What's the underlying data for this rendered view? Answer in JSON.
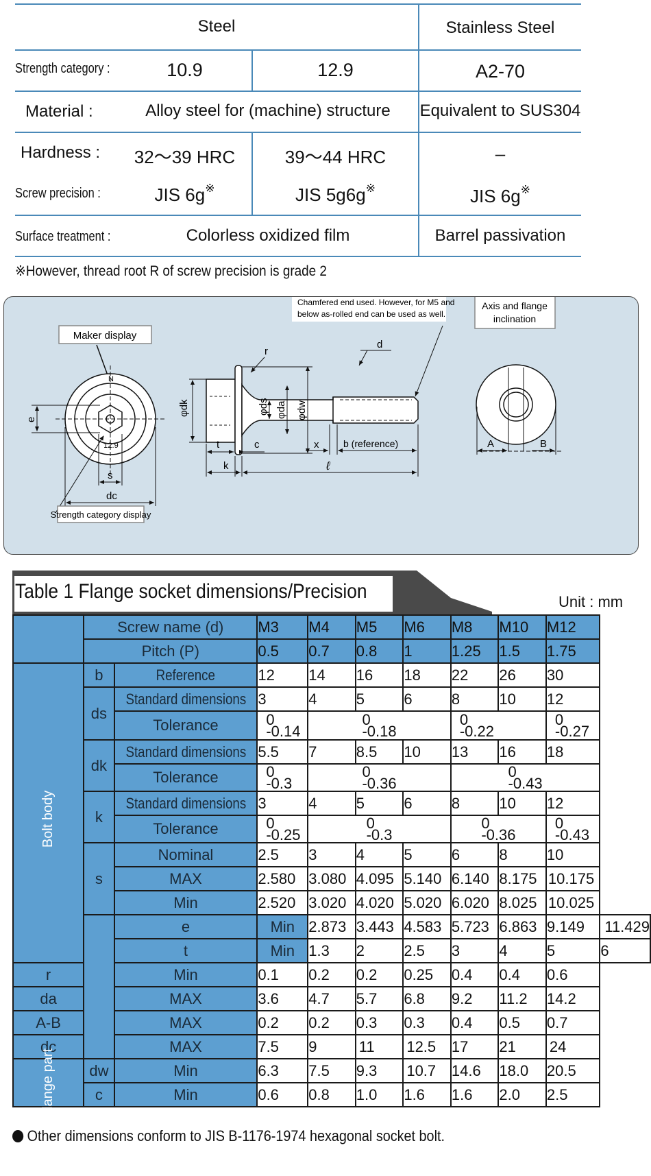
{
  "spec": {
    "header_steel": "Steel",
    "header_stainless": "Stainless Steel",
    "rows": {
      "strength": {
        "label": "Strength category :",
        "v1": "10.9",
        "v2": "12.9",
        "v3": "A2-70"
      },
      "material": {
        "label": "Material   :",
        "v12": "Alloy steel for (machine) structure",
        "v3": "Equivalent to SUS304"
      },
      "hardness": {
        "label": "Hardness  :",
        "v1": "32～39 HRC",
        "v2": "39～44 HRC",
        "v3": "–"
      },
      "precision": {
        "label": "Screw precision :",
        "v1": "JIS  6g",
        "v2": "JIS  5g6g",
        "v3": "JIS 6g",
        "mark": "※"
      },
      "surface": {
        "label": "Surface treatment :",
        "v12": "Colorless oxidized film",
        "v3": "Barrel passivation"
      }
    },
    "note": "※However, thread root R of screw precision is  grade 2"
  },
  "diagram": {
    "maker_display": "Maker display",
    "strength_display": "Strength category display",
    "chamfer_note_1": "Chamfered end used. However, for M5 and",
    "chamfer_note_2": "below as-rolled end can be used as well.",
    "axis_note_1": "Axis and flange",
    "axis_note_2": "inclination",
    "head_mark_top": "N",
    "head_mark_bottom": "12.9",
    "labels": {
      "e": "e",
      "s": "s",
      "dc": "dc",
      "dk": "φdk",
      "ds": "φds",
      "da": "φda",
      "dw": "φdw",
      "r": "r",
      "d": "d",
      "t": "t",
      "c": "c",
      "k": "k",
      "x": "x",
      "l": "ℓ",
      "b": "b (reference)",
      "A": "A",
      "B": "B"
    }
  },
  "table": {
    "title": "Table 1   Flange socket dimensions/Precision",
    "unit": "Unit : mm",
    "screw_name_label": "Screw name (d)",
    "pitch_label": "Pitch (P)",
    "sizes": [
      "M3",
      "M4",
      "M5",
      "M6",
      "M8",
      "M10",
      "M12"
    ],
    "pitches": [
      "0.5",
      "0.7",
      "0.8",
      "1",
      "1.25",
      "1.5",
      "1.75"
    ],
    "bolt_body_label": "Bolt body",
    "flange_part_label": "Flange part",
    "b": {
      "name": "b",
      "sub": "Reference",
      "vals": [
        "12",
        "14",
        "16",
        "18",
        "22",
        "26",
        "30"
      ]
    },
    "ds": {
      "name": "ds",
      "sub1": "Standard dimensions",
      "sub2": "Tolerance",
      "vals": [
        "3",
        "4",
        "5",
        "6",
        "8",
        "10",
        "12"
      ],
      "tol": [
        {
          "top": "0",
          "bot": "-0.14"
        },
        {
          "top": "0",
          "bot": "-0.18"
        },
        {
          "top": "0",
          "bot": "-0.22"
        },
        {
          "top": "0",
          "bot": "-0.27"
        }
      ]
    },
    "dk": {
      "name": "dk",
      "sub1": "Standard dimensions",
      "sub2": "Tolerance",
      "vals": [
        "5.5",
        "7",
        "8.5",
        "10",
        "13",
        "16",
        "18"
      ],
      "tol": [
        {
          "top": "0",
          "bot": "-0.3"
        },
        {
          "top": "0",
          "bot": "-0.36"
        },
        {
          "top": "0",
          "bot": "-0.43"
        }
      ]
    },
    "k": {
      "name": "k",
      "sub1": "Standard dimensions",
      "sub2": "Tolerance",
      "vals": [
        "3",
        "4",
        "5",
        "6",
        "8",
        "10",
        "12"
      ],
      "tol": [
        {
          "top": "0",
          "bot": "-0.25"
        },
        {
          "top": "0",
          "bot": "-0.3"
        },
        {
          "top": "0",
          "bot": "-0.36"
        },
        {
          "top": "0",
          "bot": "-0.43"
        }
      ]
    },
    "s": {
      "name": "s",
      "nominal_label": "Nominal",
      "max_label": "MAX",
      "min_label": "Min",
      "nominal": [
        "2.5",
        "3",
        "4",
        "5",
        "6",
        "8",
        "10"
      ],
      "max": [
        "2.580",
        "3.080",
        "4.095",
        "5.140",
        "6.140",
        "8.175",
        "10.175"
      ],
      "min": [
        "2.520",
        "3.020",
        "4.020",
        "5.020",
        "6.020",
        "8.025",
        "10.025"
      ]
    },
    "e": {
      "name": "e",
      "sub": "Min",
      "vals": [
        "2.873",
        "3.443",
        "4.583",
        "5.723",
        "6.863",
        "9.149",
        "11.429"
      ]
    },
    "t": {
      "name": "t",
      "sub": "Min",
      "vals": [
        "1.3",
        "2",
        "2.5",
        "3",
        "4",
        "5",
        "6"
      ]
    },
    "r": {
      "name": "r",
      "sub": "Min",
      "vals": [
        "0.1",
        "0.2",
        "0.2",
        "0.25",
        "0.4",
        "0.4",
        "0.6"
      ]
    },
    "da": {
      "name": "da",
      "sub": "MAX",
      "vals": [
        "3.6",
        "4.7",
        "5.7",
        "6.8",
        "9.2",
        "11.2",
        "14.2"
      ]
    },
    "ab": {
      "name": "A-B",
      "sub": "MAX",
      "vals": [
        "0.2",
        "0.2",
        "0.3",
        "0.3",
        "0.4",
        "0.5",
        "0.7"
      ]
    },
    "dc": {
      "name": "dc",
      "sub": "MAX",
      "vals": [
        "7.5",
        "9",
        "11",
        "12.5",
        "17",
        "21",
        "24"
      ]
    },
    "dw": {
      "name": "dw",
      "sub": "Min",
      "vals": [
        "6.3",
        "7.5",
        "9.3",
        "10.7",
        "14.6",
        "18.0",
        "20.5"
      ]
    },
    "c": {
      "name": "c",
      "sub": "Min",
      "vals": [
        "0.6",
        "0.8",
        "1.0",
        "1.6",
        "1.6",
        "2.0",
        "2.5"
      ]
    }
  },
  "footnote": "Other dimensions conform to JIS B-1176-1974 hexagonal socket bolt.",
  "colors": {
    "accent": "#5d9fd1",
    "diagram_bg": "#d2e0ea",
    "rule": "#4a89b8"
  }
}
